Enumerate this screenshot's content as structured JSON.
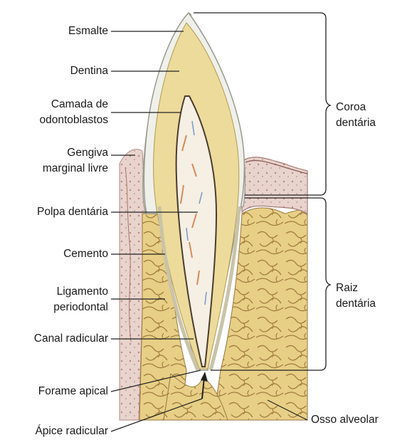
{
  "labels": {
    "esmalte": "Esmalte",
    "dentina": "Dentina",
    "camada_1": "Camada de",
    "camada_2": "odontoblastos",
    "gengiva_1": "Gengiva",
    "gengiva_2": "marginal livre",
    "polpa": "Polpa dentária",
    "cemento": "Cemento",
    "ligamento_1": "Ligamento",
    "ligamento_2": "periodontal",
    "canal": "Canal radicular",
    "forame": "Forame apical",
    "apice": "Ápice radicular",
    "coroa_1": "Coroa",
    "coroa_2": "dentária",
    "raiz_1": "Raiz",
    "raiz_2": "dentária",
    "osso": "Osso alveolar"
  },
  "colors": {
    "enamel": "#eeefe9",
    "dentin": "#ecdc9c",
    "pulp": "#f5eee4",
    "bone": "#e6cd82",
    "bone_lines": "#a07a3c",
    "gingiva": "#d9b5b0",
    "leader": "#222222"
  }
}
